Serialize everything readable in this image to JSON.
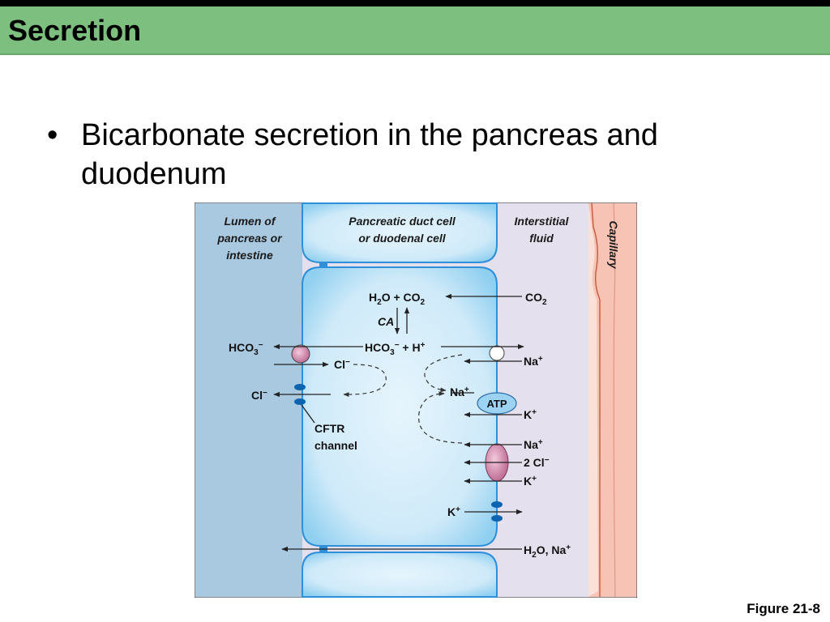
{
  "slide": {
    "title": "Secretion",
    "bullet_symbol": "•",
    "bullet_text": "Bicarbonate secretion in the pancreas and duodenum",
    "figure_label": "Figure 21-8"
  },
  "diagram": {
    "regions": {
      "lumen": [
        "Lumen of",
        "pancreas or",
        "intestine"
      ],
      "cell": [
        "Pancreatic duct cell",
        "or duodenal cell"
      ],
      "interstitial": [
        "Interstitial",
        "fluid"
      ],
      "capillary": "Capillary"
    },
    "labels": {
      "h2o": "H",
      "h2o_sub": "2",
      "h2o_rest": "O + CO",
      "co2_sub": "2",
      "co2_right": "CO",
      "co2_right_sub": "2",
      "ca": "CA",
      "hco3_left": "HCO",
      "hco3_left_sub": "3",
      "hco3_left_sup": "−",
      "hco3_center": "HCO",
      "hco3_center_sub": "3",
      "hco3_center_sup": "−",
      "hco3_center_rest": " + H",
      "h_sup": "+",
      "cl_center": "Cl",
      "cl_center_sup": "−",
      "cl_left": "Cl",
      "cl_left_sup": "−",
      "na_right": "Na",
      "na_right_sup": "+",
      "na_center": "Na",
      "na_center_sup": "+",
      "atp": "ATP",
      "k_atp": "K",
      "k_atp_sup": "+",
      "cftr_line1": "CFTR",
      "cftr_line2": "channel",
      "nkcc_na": "Na",
      "nkcc_na_sup": "+",
      "nkcc_cl": "2 Cl",
      "nkcc_cl_sup": "−",
      "nkcc_k": "K",
      "nkcc_k_sup": "+",
      "k_channel": "K",
      "k_channel_sup": "+",
      "para_h2o": "H",
      "para_h2o_sub": "2",
      "para_rest": "O, Na",
      "para_na_sup": "+"
    },
    "colors": {
      "lumen": "#a9c9e0",
      "cell_fill": "#d7eefa",
      "cell_edge": "#7fc6ec",
      "cell_border": "#2f8fd8",
      "interstitial": "#e4e0ee",
      "capillary_fill": "#f8cfc4",
      "capillary_line": "#c75a3a",
      "transporter_pink": "#c9779f",
      "atp_fill": "#9dd3f2",
      "channel_blue": "#0c63b0",
      "title_bar": "#7dbf7e"
    }
  }
}
